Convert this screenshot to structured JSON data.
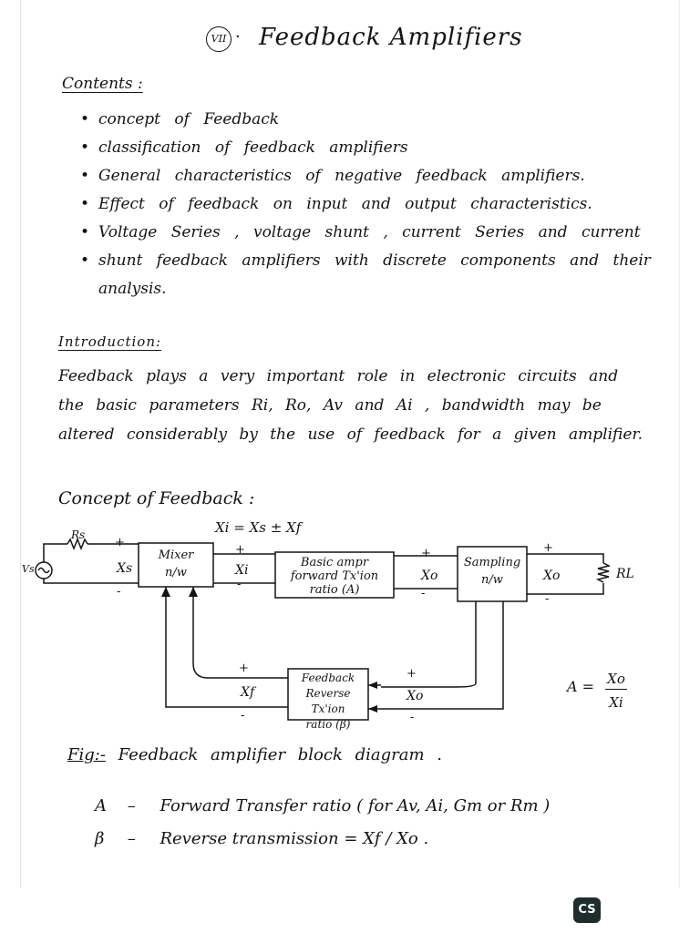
{
  "title": {
    "badge": "VII",
    "separator": "·",
    "text": "Feedback Amplifiers"
  },
  "contents": {
    "heading": "Contents :",
    "items": [
      "concept of Feedback",
      "classification of feedback amplifiers",
      "General characteristics of negative feedback amplifiers.",
      "Effect of feedback on input and output characteristics.",
      "Voltage Series , voltage shunt , current Series and current",
      "shunt feedback amplifiers with discrete components and their analysis."
    ]
  },
  "introduction": {
    "heading": "Introduction:",
    "paragraph": "Feedback plays a very important role in electronic circuits and the basic parameters Ri, Ro, Av and Ai , bandwidth may be altered considerably by the use of feedback for a given amplifier."
  },
  "concept": {
    "heading": "Concept of Feedback :"
  },
  "diagram": {
    "equation": "Xi = Xs ± Xf",
    "source_resistor": "Rs",
    "source_symbol": "Vs",
    "xs": "Xs",
    "xi": "Xi",
    "xo_mid": "Xo",
    "xo_out": "Xo",
    "xf": "Xf",
    "xo_feedback": "Xo",
    "load": "RL",
    "mixer": {
      "line1": "Mixer",
      "line2": "n/w"
    },
    "amplifier": {
      "line1": "Basic ampr",
      "line2": "forward Tx'ion",
      "line3": "ratio (A)"
    },
    "sampling": {
      "line1": "Sampling",
      "line2": "n/w"
    },
    "feedback": {
      "line1": "Feedback",
      "line2": "Reverse Tx'ion",
      "line3": "ratio (β)"
    },
    "gain_lhs": "A =",
    "gain_num": "Xo",
    "gain_den": "Xi",
    "plus": "+",
    "minus": "-"
  },
  "figure": {
    "label": "Fig:-",
    "caption": "Feedback amplifier block diagram ."
  },
  "definitions": [
    {
      "symbol": "A",
      "dash": "–",
      "text": "Forward Transfer ratio ( for Av, Ai, Gm or Rm )"
    },
    {
      "symbol": "β",
      "dash": "–",
      "text": "Reverse transmission = Xf / Xo ."
    }
  ],
  "badge": "CS"
}
